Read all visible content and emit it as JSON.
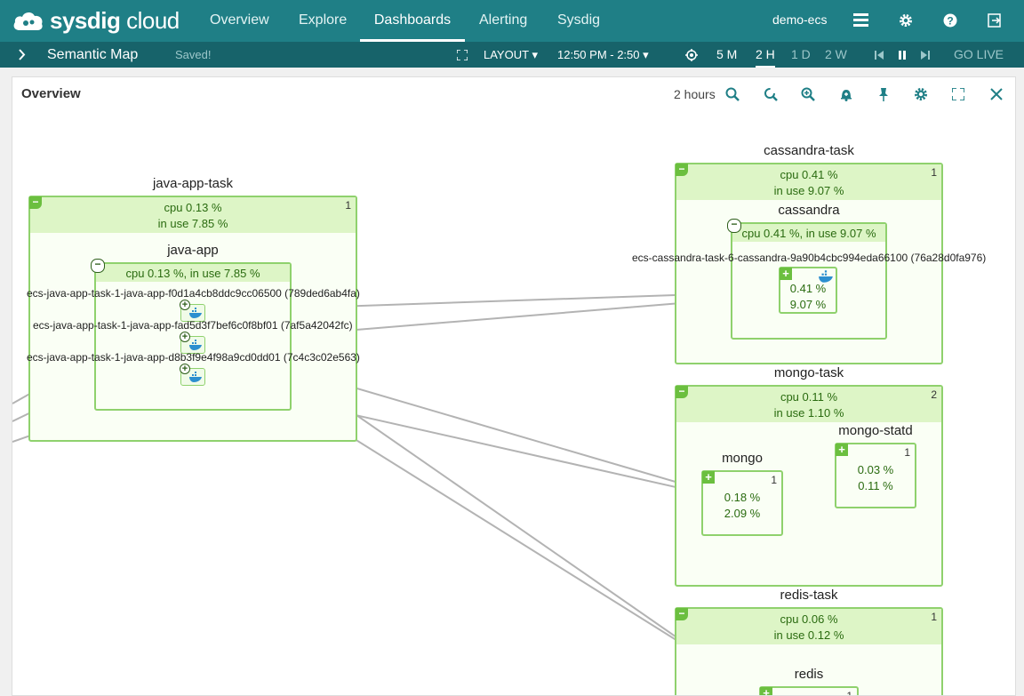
{
  "topnav": {
    "logo_bold": "sysdig",
    "logo_light": " cloud",
    "items": [
      {
        "label": "Overview"
      },
      {
        "label": "Explore"
      },
      {
        "label": "Dashboards"
      },
      {
        "label": "Alerting"
      },
      {
        "label": "Sysdig"
      }
    ],
    "active_index": 2,
    "account": "demo-ecs"
  },
  "subbar": {
    "title": "Semantic Map",
    "status": "Saved!",
    "layout_label": "LAYOUT",
    "time_range": "12:50 PM - 2:50",
    "ranges": [
      "5 M",
      "2 H",
      "1 D",
      "2 W"
    ],
    "active_range": "2 H",
    "go_live": "GO LIVE"
  },
  "panel": {
    "title": "Overview",
    "range_label": "2 hours"
  },
  "map": {
    "java_app_task": {
      "title": "java-app-task",
      "cpu": "cpu  0.13 %",
      "inuse": "in use  7.85 %",
      "count": "1",
      "java_app": {
        "title": "java-app",
        "metrics": "cpu  0.13 %,  in use  7.85 %",
        "containers": [
          {
            "label": "ecs-java-app-task-1-java-app-f0d1a4cb8ddc9cc06500 (789ded6ab4fa)"
          },
          {
            "label": "ecs-java-app-task-1-java-app-fad5d3f7bef6c0f8bf01 (7af5a42042fc)"
          },
          {
            "label": "ecs-java-app-task-1-java-app-d8b3f9e4f98a9cd0dd01 (7c4c3c02e563)"
          }
        ]
      }
    },
    "cassandra_task": {
      "title": "cassandra-task",
      "cpu": "cpu  0.41 %",
      "inuse": "in use  9.07 %",
      "count": "1",
      "cassandra": {
        "title": "cassandra",
        "metrics": "cpu  0.41 %,  in use  9.07 %",
        "container_label": "ecs-cassandra-task-6-cassandra-9a90b4cbc994eda66100 (76a28d0fa976)",
        "v1": "0.41 %",
        "v2": "9.07 %"
      }
    },
    "mongo_task": {
      "title": "mongo-task",
      "cpu": "cpu  0.11 %",
      "inuse": "in use  1.10 %",
      "count": "2",
      "mongo": {
        "title": "mongo",
        "count": "1",
        "v1": "0.18 %",
        "v2": "2.09 %"
      },
      "mongo_statd": {
        "title": "mongo-statd",
        "count": "1",
        "v1": "0.03 %",
        "v2": "0.11 %"
      }
    },
    "redis_task": {
      "title": "redis-task",
      "cpu": "cpu  0.06 %",
      "inuse": "in use  0.12 %",
      "count": "1",
      "redis": {
        "title": "redis",
        "count": "1"
      }
    }
  },
  "colors": {
    "nav": "#1f7f86",
    "subbar": "#17636a",
    "node_border": "#8fd16d",
    "node_head": "#ddf5c6",
    "edge": "#b3b3b3"
  }
}
